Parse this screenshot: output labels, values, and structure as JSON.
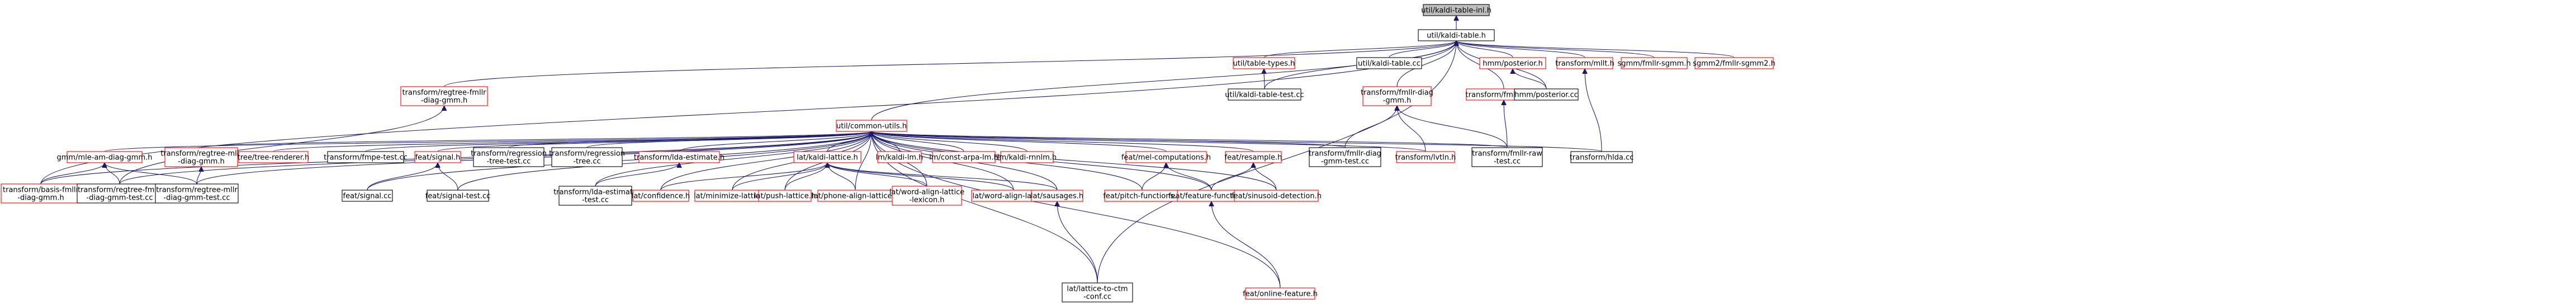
{
  "graph_title": "util/kaldi-table-inl.h",
  "colors": {
    "edge": "#191970",
    "node_border_red": "#ff0000",
    "node_border_black": "#000000",
    "focus_fill": "#bfbfbf",
    "node_fill": "#ffffff"
  },
  "nodes": [
    {
      "id": "n0",
      "lines": [
        "util/kaldi-table-inl.h"
      ],
      "style": "focus"
    },
    {
      "id": "n1",
      "lines": [
        "util/kaldi-table.h"
      ],
      "style": "black"
    },
    {
      "id": "n2",
      "lines": [
        "util/table-types.h"
      ],
      "style": "red"
    },
    {
      "id": "n3",
      "lines": [
        "util/kaldi-table.cc"
      ],
      "style": "black"
    },
    {
      "id": "n4",
      "lines": [
        "hmm/posterior.h"
      ],
      "style": "red"
    },
    {
      "id": "n5",
      "lines": [
        "transform/mllt.h"
      ],
      "style": "red"
    },
    {
      "id": "n6",
      "lines": [
        "sgmm/fmllr-sgmm.h"
      ],
      "style": "red"
    },
    {
      "id": "n7",
      "lines": [
        "sgmm2/fmllr-sgmm2.h"
      ],
      "style": "red"
    },
    {
      "id": "n8",
      "lines": [
        "transform/regtree-fmllr",
        "-diag-gmm.h"
      ],
      "style": "red"
    },
    {
      "id": "n9",
      "lines": [
        "util/kaldi-table-test.cc"
      ],
      "style": "black"
    },
    {
      "id": "n10",
      "lines": [
        "transform/fmllr-diag",
        "-gmm.h"
      ],
      "style": "red"
    },
    {
      "id": "n11",
      "lines": [
        "transform/fmllr-raw.h"
      ],
      "style": "red"
    },
    {
      "id": "n12",
      "lines": [
        "hmm/posterior.cc"
      ],
      "style": "black"
    },
    {
      "id": "n13",
      "lines": [
        "util/common-utils.h"
      ],
      "style": "red"
    },
    {
      "id": "n14",
      "lines": [
        "gmm/mle-am-diag-gmm.h"
      ],
      "style": "red"
    },
    {
      "id": "n15",
      "lines": [
        "transform/regtree-mllr",
        "-diag-gmm.h"
      ],
      "style": "red"
    },
    {
      "id": "n16",
      "lines": [
        "tree/tree-renderer.h"
      ],
      "style": "red"
    },
    {
      "id": "n17",
      "lines": [
        "transform/fmpe-test.cc"
      ],
      "style": "black"
    },
    {
      "id": "n18",
      "lines": [
        "feat/signal.h"
      ],
      "style": "red"
    },
    {
      "id": "n19",
      "lines": [
        "transform/regression",
        "-tree-test.cc"
      ],
      "style": "black"
    },
    {
      "id": "n20",
      "lines": [
        "transform/regression",
        "-tree.cc"
      ],
      "style": "black"
    },
    {
      "id": "n21",
      "lines": [
        "transform/lda-estimate.h"
      ],
      "style": "red"
    },
    {
      "id": "n22",
      "lines": [
        "lat/kaldi-lattice.h"
      ],
      "style": "red"
    },
    {
      "id": "n23",
      "lines": [
        "lm/kaldi-lm.h"
      ],
      "style": "red"
    },
    {
      "id": "n24",
      "lines": [
        "lm/const-arpa-lm.h"
      ],
      "style": "red"
    },
    {
      "id": "n25",
      "lines": [
        "lm/kaldi-rnnlm.h"
      ],
      "style": "red"
    },
    {
      "id": "n26",
      "lines": [
        "feat/mel-computations.h"
      ],
      "style": "red"
    },
    {
      "id": "n27",
      "lines": [
        "feat/resample.h"
      ],
      "style": "red"
    },
    {
      "id": "n28",
      "lines": [
        "transform/fmllr-diag",
        "-gmm-test.cc"
      ],
      "style": "black"
    },
    {
      "id": "n29",
      "lines": [
        "transform/lvtln.h"
      ],
      "style": "red"
    },
    {
      "id": "n30",
      "lines": [
        "transform/fmllr-raw",
        "-test.cc"
      ],
      "style": "black"
    },
    {
      "id": "n31",
      "lines": [
        "transform/hlda.cc"
      ],
      "style": "black"
    },
    {
      "id": "n32",
      "lines": [
        "transform/basis-fmllr",
        "-diag-gmm.h"
      ],
      "style": "red"
    },
    {
      "id": "n33",
      "lines": [
        "transform/regtree-fmllr",
        "-diag-gmm-test.cc"
      ],
      "style": "black"
    },
    {
      "id": "n34",
      "lines": [
        "transform/regtree-mllr",
        "-diag-gmm-test.cc"
      ],
      "style": "black"
    },
    {
      "id": "n35",
      "lines": [
        "feat/signal.cc"
      ],
      "style": "black"
    },
    {
      "id": "n36",
      "lines": [
        "feat/signal-test.cc"
      ],
      "style": "black"
    },
    {
      "id": "n37",
      "lines": [
        "transform/lda-estimate",
        "-test.cc"
      ],
      "style": "black"
    },
    {
      "id": "n38",
      "lines": [
        "lat/confidence.h"
      ],
      "style": "red"
    },
    {
      "id": "n39",
      "lines": [
        "lat/minimize-lattice.h"
      ],
      "style": "red"
    },
    {
      "id": "n40",
      "lines": [
        "lat/push-lattice.h"
      ],
      "style": "red"
    },
    {
      "id": "n41",
      "lines": [
        "lat/phone-align-lattice.h"
      ],
      "style": "red"
    },
    {
      "id": "n42",
      "lines": [
        "lat/word-align-lattice",
        "-lexicon.h"
      ],
      "style": "red"
    },
    {
      "id": "n43",
      "lines": [
        "lat/word-align-lattice.h"
      ],
      "style": "red"
    },
    {
      "id": "n44",
      "lines": [
        "lat/sausages.h"
      ],
      "style": "red"
    },
    {
      "id": "n45",
      "lines": [
        "feat/pitch-functions.h"
      ],
      "style": "red"
    },
    {
      "id": "n46",
      "lines": [
        "feat/feature-functions.h"
      ],
      "style": "red"
    },
    {
      "id": "n47",
      "lines": [
        "feat/sinusoid-detection.h"
      ],
      "style": "red"
    },
    {
      "id": "n48",
      "lines": [
        "lat/lattice-to-ctm",
        "-conf.cc"
      ],
      "style": "black"
    },
    {
      "id": "n49",
      "lines": [
        "feat/online-feature.h"
      ],
      "style": "red"
    }
  ],
  "edges": [
    [
      "n1",
      "n0"
    ],
    [
      "n2",
      "n1"
    ],
    [
      "n3",
      "n1"
    ],
    [
      "n4",
      "n1"
    ],
    [
      "n5",
      "n1"
    ],
    [
      "n6",
      "n1"
    ],
    [
      "n7",
      "n1"
    ],
    [
      "n8",
      "n1"
    ],
    [
      "n9",
      "n1"
    ],
    [
      "n10",
      "n1"
    ],
    [
      "n11",
      "n1"
    ],
    [
      "n12",
      "n1"
    ],
    [
      "n13",
      "n1"
    ],
    [
      "n32",
      "n1"
    ],
    [
      "n48",
      "n1"
    ],
    [
      "n9",
      "n2"
    ],
    [
      "n12",
      "n4"
    ],
    [
      "n31",
      "n5"
    ],
    [
      "n33",
      "n8"
    ],
    [
      "n28",
      "n10"
    ],
    [
      "n29",
      "n10"
    ],
    [
      "n30",
      "n10"
    ],
    [
      "n30",
      "n11"
    ],
    [
      "n14",
      "n13"
    ],
    [
      "n15",
      "n13"
    ],
    [
      "n16",
      "n13"
    ],
    [
      "n17",
      "n13"
    ],
    [
      "n18",
      "n13"
    ],
    [
      "n19",
      "n13"
    ],
    [
      "n20",
      "n13"
    ],
    [
      "n21",
      "n13"
    ],
    [
      "n22",
      "n13"
    ],
    [
      "n23",
      "n13"
    ],
    [
      "n24",
      "n13"
    ],
    [
      "n25",
      "n13"
    ],
    [
      "n26",
      "n13"
    ],
    [
      "n27",
      "n13"
    ],
    [
      "n28",
      "n13"
    ],
    [
      "n29",
      "n13"
    ],
    [
      "n30",
      "n13"
    ],
    [
      "n31",
      "n13"
    ],
    [
      "n32",
      "n13"
    ],
    [
      "n33",
      "n13"
    ],
    [
      "n34",
      "n13"
    ],
    [
      "n35",
      "n13"
    ],
    [
      "n36",
      "n13"
    ],
    [
      "n37",
      "n13"
    ],
    [
      "n38",
      "n13"
    ],
    [
      "n39",
      "n13"
    ],
    [
      "n40",
      "n13"
    ],
    [
      "n41",
      "n13"
    ],
    [
      "n42",
      "n13"
    ],
    [
      "n43",
      "n13"
    ],
    [
      "n44",
      "n13"
    ],
    [
      "n45",
      "n13"
    ],
    [
      "n46",
      "n13"
    ],
    [
      "n47",
      "n13"
    ],
    [
      "n48",
      "n13"
    ],
    [
      "n49",
      "n13"
    ],
    [
      "n32",
      "n14"
    ],
    [
      "n33",
      "n14"
    ],
    [
      "n34",
      "n14"
    ],
    [
      "n34",
      "n15"
    ],
    [
      "n35",
      "n18"
    ],
    [
      "n36",
      "n18"
    ],
    [
      "n37",
      "n21"
    ],
    [
      "n38",
      "n22"
    ],
    [
      "n39",
      "n22"
    ],
    [
      "n40",
      "n22"
    ],
    [
      "n41",
      "n22"
    ],
    [
      "n42",
      "n22"
    ],
    [
      "n43",
      "n22"
    ],
    [
      "n44",
      "n22"
    ],
    [
      "n45",
      "n26"
    ],
    [
      "n46",
      "n26"
    ],
    [
      "n46",
      "n27"
    ],
    [
      "n47",
      "n27"
    ],
    [
      "n48",
      "n44"
    ],
    [
      "n49",
      "n46"
    ]
  ]
}
